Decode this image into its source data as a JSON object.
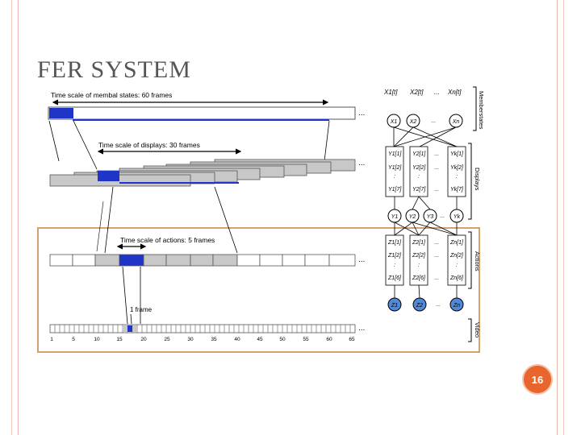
{
  "slide": {
    "title": "FER SYSTEM",
    "number": "16"
  },
  "figure": {
    "labels": {
      "memberstates_scale": "Time scale of membal states: 60 frames",
      "displays_scale": "Time scale of displays: 30 frames",
      "actions_scale": "Time scale of actions: 5 frames",
      "one_frame": "1 frame",
      "ellipsis": "...",
      "side_memberstates": "Memberstates",
      "side_displays": "Displays",
      "side_actions": "Actions",
      "side_video": "Video"
    },
    "axis_ticks": [
      "1",
      "5",
      "10",
      "15",
      "20",
      "25",
      "30",
      "35",
      "40",
      "45",
      "50",
      "55",
      "60",
      "65"
    ],
    "x_vars": {
      "header": [
        "X1[t]",
        "X2[t]",
        "Xn[t]"
      ],
      "nodes": [
        "X1",
        "X2",
        "Xn"
      ]
    },
    "y_vars": {
      "col1": [
        "Y1[1]",
        "Y1[2]",
        ":",
        "Y1[7]"
      ],
      "col2": [
        "Y2[1]",
        "Y2[2]",
        ":",
        "Y2[7]"
      ],
      "col3": [
        "Yk[1]",
        "Yk[2]",
        ":",
        "Yk[7]"
      ],
      "nodes": [
        "Y1",
        "Y2",
        "Y3",
        "Yk"
      ]
    },
    "z_vars": {
      "col1": [
        "Z1[1]",
        "Z1[2]",
        ":",
        "Z1[6]"
      ],
      "col2": [
        "Z2[1]",
        "Z2[2]",
        ":",
        "Z2[6]"
      ],
      "col3": [
        "Zn[1]",
        "Zn[2]",
        ":",
        "Zn[6]"
      ],
      "nodes": [
        "Z1",
        "Z2",
        "Zn"
      ]
    },
    "colors": {
      "blue": "#1e35c8",
      "bar_gray": "#c8c8c8",
      "orange_border": "#d4a070",
      "node_blue": "#4f8ad8"
    }
  }
}
